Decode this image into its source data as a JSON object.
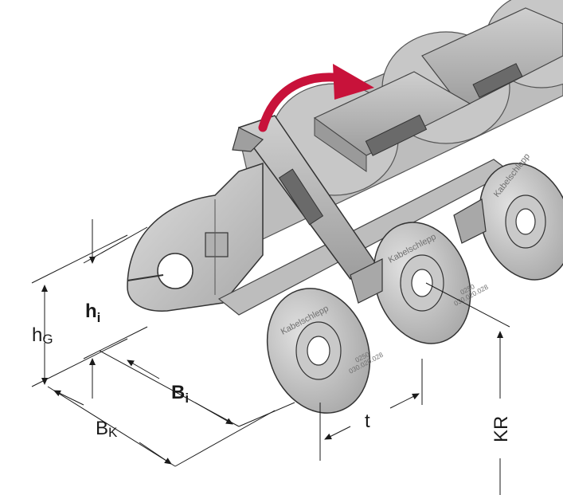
{
  "labels": {
    "hi_main": "h",
    "hi_sub": "i",
    "hG_main": "h",
    "hG_sub": "G",
    "Bi_main": "B",
    "Bi_sub": "i",
    "Bk_main": "B",
    "Bk_sub": "K",
    "t": "t",
    "KR": "KR"
  },
  "plate_text": {
    "brand": "Kabelschlepp",
    "code_line1": "0250",
    "code_line2": "030.020.028"
  },
  "colors": {
    "arrow": "#c8123a",
    "metal_light": "#d2d2d2",
    "metal_mid": "#b9b9b9",
    "metal_dark": "#8a8a8a",
    "outline": "#3a3a3a"
  },
  "icons": {
    "rotate_arrow": "curved-arrow-icon"
  }
}
